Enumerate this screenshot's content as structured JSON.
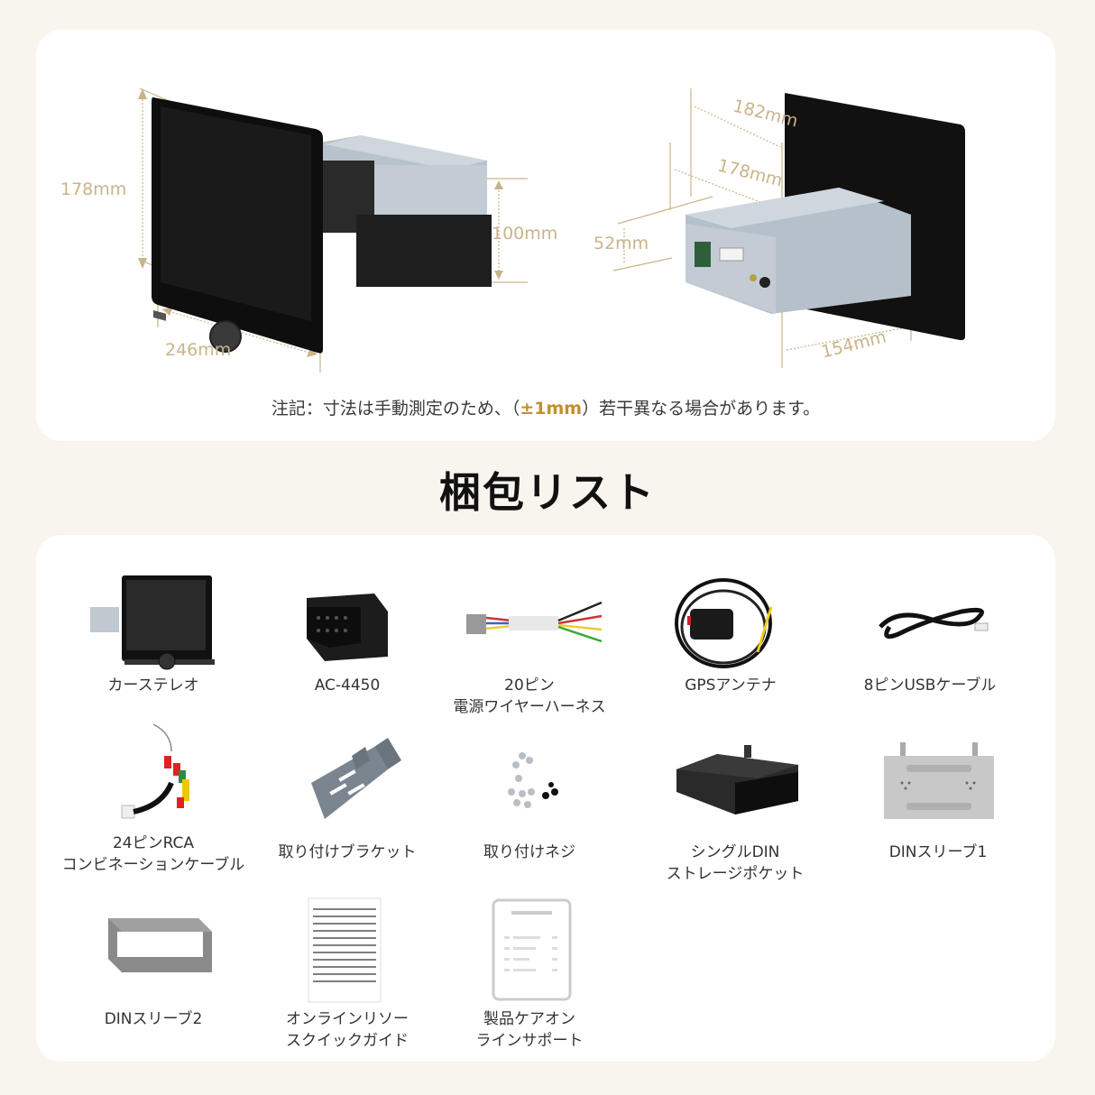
{
  "dimensions": {
    "front": {
      "height_label": "178mm",
      "width_label": "246mm",
      "chassis_height_label": "100mm"
    },
    "rear": {
      "screen_width_label": "182mm",
      "chassis_width_label": "178mm",
      "chassis_height_label": "52mm",
      "depth_label": "154mm"
    },
    "note": {
      "prefix": "注記：寸法は手動測定のため、（",
      "highlight": "±1mm",
      "suffix": "）若干異なる場合があります。"
    },
    "colors": {
      "dimension_text": "#c9b48a",
      "highlight": "#c0902c"
    }
  },
  "packing_list": {
    "title": "梱包リスト",
    "items": [
      {
        "label": "カーステレオ",
        "icon": "car-stereo-image"
      },
      {
        "label": "AC-4450",
        "icon": "obd-adapter-image"
      },
      {
        "label": "20ピン\n電源ワイヤーハーネス",
        "icon": "wire-harness-image"
      },
      {
        "label": "GPSアンテナ",
        "icon": "gps-antenna-image"
      },
      {
        "label": "8ピンUSBケーブル",
        "icon": "usb-cable-image"
      },
      {
        "label": "24ピンRCA\nコンビネーションケーブル",
        "icon": "rca-cable-image"
      },
      {
        "label": "取り付けブラケット",
        "icon": "bracket-image"
      },
      {
        "label": "取り付けネジ",
        "icon": "screws-image"
      },
      {
        "label": "シングルDIN\nストレージポケット",
        "icon": "storage-pocket-image"
      },
      {
        "label": "DINスリーブ1",
        "icon": "din-sleeve-1-image"
      },
      {
        "label": "DINスリーブ2",
        "icon": "din-sleeve-2-image"
      },
      {
        "label": "オンラインリソー\nスクイックガイド",
        "icon": "quick-guide-image"
      },
      {
        "label": "製品ケアオン\nラインサポート",
        "icon": "support-card-image"
      }
    ]
  }
}
